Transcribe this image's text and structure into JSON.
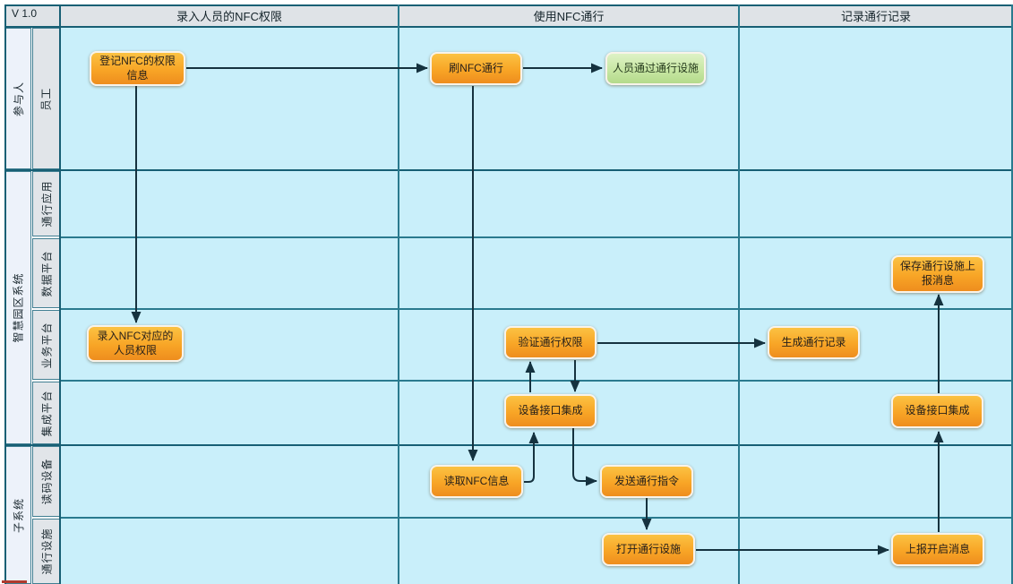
{
  "version": "V 1.0",
  "phases": [
    {
      "label": "录入人员的NFC权限"
    },
    {
      "label": "使用NFC通行"
    },
    {
      "label": "记录通行记录"
    }
  ],
  "groups": [
    {
      "label": "参与人"
    },
    {
      "label": "智慧园区系统"
    },
    {
      "label": "子系统"
    }
  ],
  "lanes": [
    {
      "label": "员工"
    },
    {
      "label": "通行应用"
    },
    {
      "label": "数据平台"
    },
    {
      "label": "业务平台"
    },
    {
      "label": "集成平台"
    },
    {
      "label": "读码设备"
    },
    {
      "label": "通行设施"
    }
  ],
  "nodes": {
    "register_nfc_permission": "登记NFC的权限信息",
    "swipe_nfc": "刷NFC通行",
    "person_pass_facility": "人员通过通行设施",
    "enter_personnel_permission": "录入NFC对应的人员权限",
    "verify_pass_permission": "验证通行权限",
    "generate_pass_record": "生成通行记录",
    "device_interface_integration_mid": "设备接口集成",
    "device_interface_integration_right": "设备接口集成",
    "save_facility_report_message": "保存通行设施上报消息",
    "read_nfc_info": "读取NFC信息",
    "send_pass_command": "发送通行指令",
    "open_pass_facility": "打开通行设施",
    "report_open_message": "上报开启消息"
  },
  "colors": {
    "lane_background": "#c9effa",
    "header_background": "#dfe3e7",
    "group_label_background": "#edf2fa",
    "border_teal": "#1d5f73",
    "node_orange_top": "#fbc243",
    "node_orange_bottom": "#ee8d1e",
    "node_green": "#c8e7a4",
    "arrow": "#15323f"
  }
}
